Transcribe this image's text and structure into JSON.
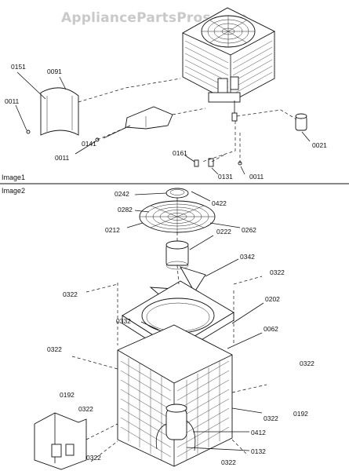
{
  "watermark": "AppliancePartsPros.com",
  "sections": {
    "image1": "Image1",
    "image2": "Image2"
  },
  "labels": {
    "l0151": "0151",
    "l0091": "0091",
    "l0011a": "0011",
    "l0011b": "0011",
    "l0141": "0141",
    "l0161": "0161",
    "l0131": "0131",
    "l0011c": "0011",
    "l0021": "0021",
    "l0242": "0242",
    "l0282": "0282",
    "l0422": "0422",
    "l0212": "0212",
    "l0262": "0262",
    "l0222": "0222",
    "l0342": "0342",
    "l0322a": "0322",
    "l0322b": "0322",
    "l0202": "0202",
    "l0332": "0332",
    "l0062": "0062",
    "l0322c": "0322",
    "l0322d": "0322",
    "l0192a": "0192",
    "l0192b": "0192",
    "l0322e": "0322",
    "l0322f": "0322",
    "l0412": "0412",
    "l0132": "0132",
    "l0322g": "0322",
    "l0322h": "0322"
  }
}
